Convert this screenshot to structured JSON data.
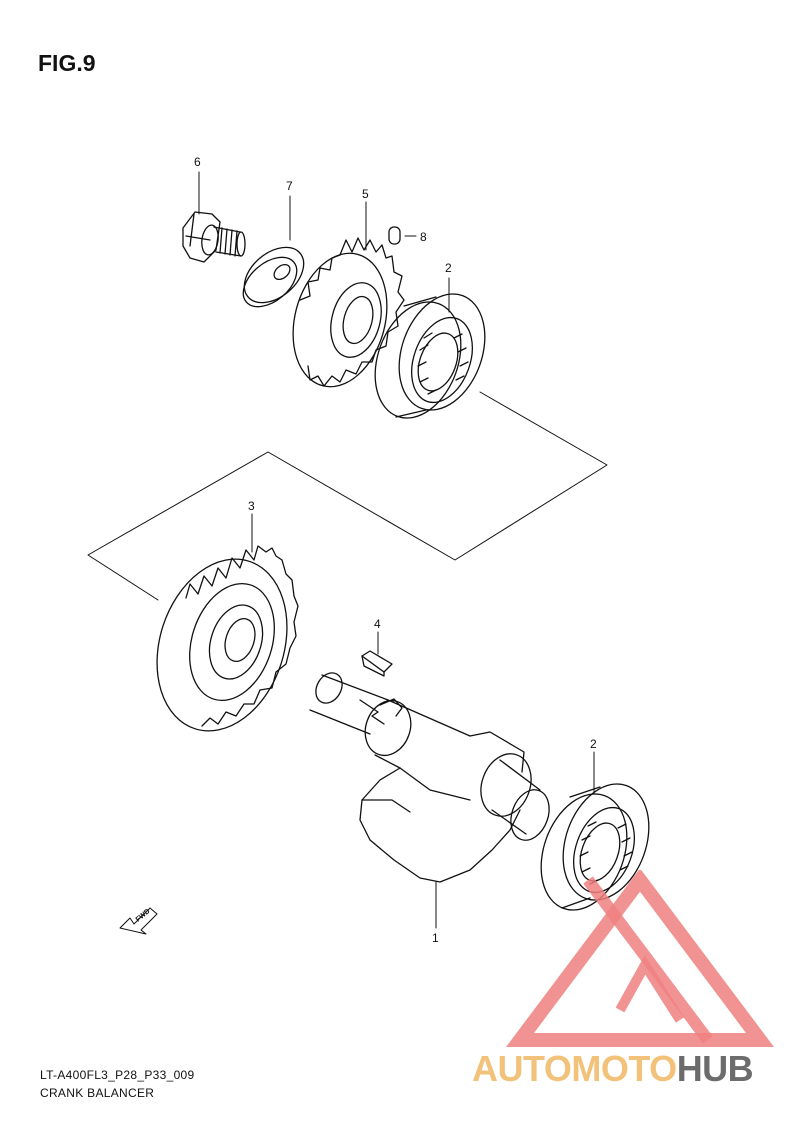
{
  "figure": {
    "title": "FIG.9"
  },
  "callouts": [
    "6",
    "7",
    "5",
    "8",
    "2",
    "3",
    "4",
    "2",
    "1"
  ],
  "fwd_label": "FWD",
  "footer": {
    "code": "LT-A400FL3_P28_P33_009",
    "name": "CRANK BALANCER"
  },
  "watermark": {
    "part_a": "AUTO",
    "part_b": "MOTO",
    "part_c": "HUB"
  },
  "colors": {
    "line": "#111111",
    "watermark_red": "#f08080",
    "watermark_orange": "#f2c27a",
    "watermark_gray": "#6c6c6c"
  }
}
